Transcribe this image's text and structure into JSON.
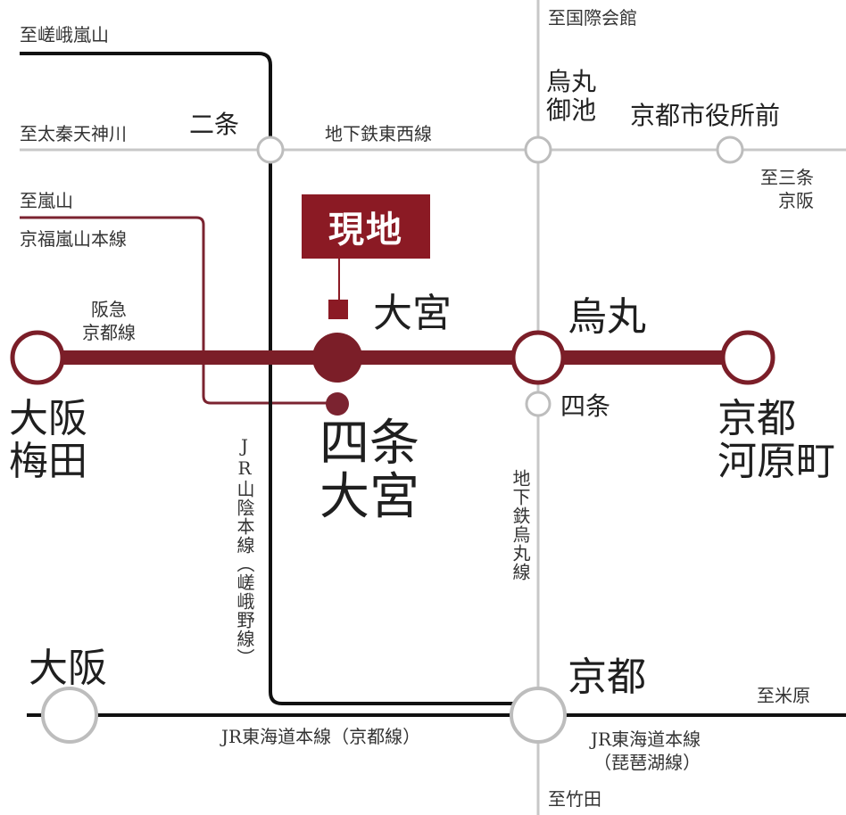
{
  "colors": {
    "hankyu": "#7b1e28",
    "site": "#8b1a24",
    "jr": "#111111",
    "subway": "#c8c8c8",
    "randen": "#7b2330"
  },
  "site_sign": "現地",
  "lines": {
    "hankyu": "阪急\n京都線",
    "tozai": "地下鉄東西線",
    "karasuma": "地下鉄烏丸線",
    "randen": "京福嵐山本線",
    "sanin": "JR山陰本線（嵯峨野線）",
    "tokaido_west": "JR東海道本線（京都線）",
    "tokaido_east": "JR東海道本線\n（琵琶湖線）"
  },
  "destinations": {
    "saga_arashiyama": "至嵯峨嵐山",
    "kokusai_kaikan": "至国際会館",
    "uzumasa": "至太秦天神川",
    "arashiyama": "至嵐山",
    "sanjo_keihan": "至三条\n京阪",
    "maibara": "至米原",
    "takeda": "至竹田"
  },
  "stations": {
    "nijo": "二条",
    "karasuma_oike": "烏丸\n御池",
    "shiyakusho_mae": "京都市役所前",
    "omiya": "大宮",
    "karasuma": "烏丸",
    "osaka_umeda": "大阪\n梅田",
    "shijo_omiya": "四条\n大宮",
    "shijo": "四条",
    "kyoto_kawaramachi": "京都\n河原町",
    "osaka": "大阪",
    "kyoto": "京都"
  }
}
